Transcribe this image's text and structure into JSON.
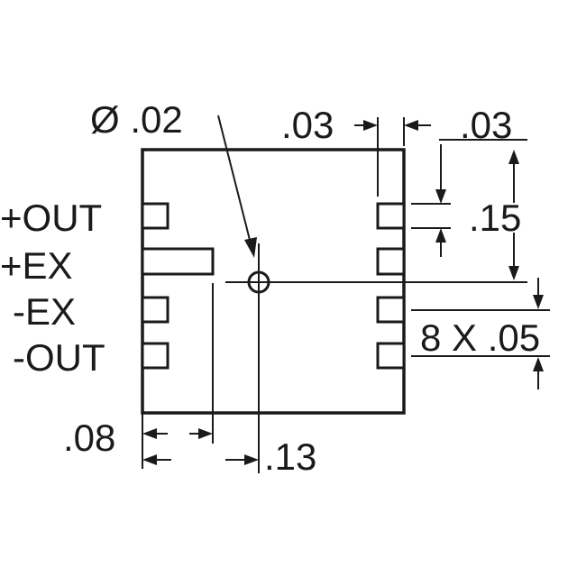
{
  "pins": {
    "out_plus": "+OUT",
    "ex_plus": "+EX",
    "ex_minus": "-EX",
    "out_minus": "-OUT"
  },
  "dimensions": {
    "hole_diameter": "Ø .02",
    "pad_width_top_left": ".03",
    "pad_width_top_right": ".03",
    "pitch_right": ".15",
    "pad_count_spacing": "8 X .05",
    "edge_to_slot": ".08",
    "edge_to_hole": ".13"
  }
}
